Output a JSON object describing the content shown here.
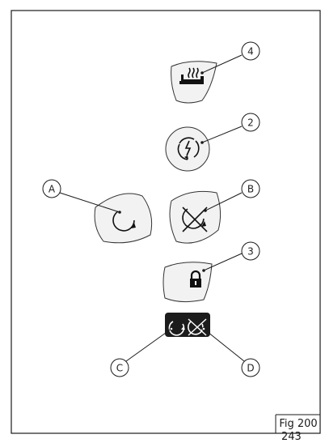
{
  "figure": {
    "label": "Fig 200",
    "page_number": "243"
  },
  "callouts": {
    "heated_seat": "4",
    "regen": "2",
    "circulation_on": "A",
    "circulation_off": "B",
    "lock": "3",
    "combined_on": "C",
    "combined_off": "D"
  },
  "colors": {
    "line": "#1a1a1a",
    "button_fill": "#f2f2f2",
    "panel_fill": "#1c1c1c"
  }
}
